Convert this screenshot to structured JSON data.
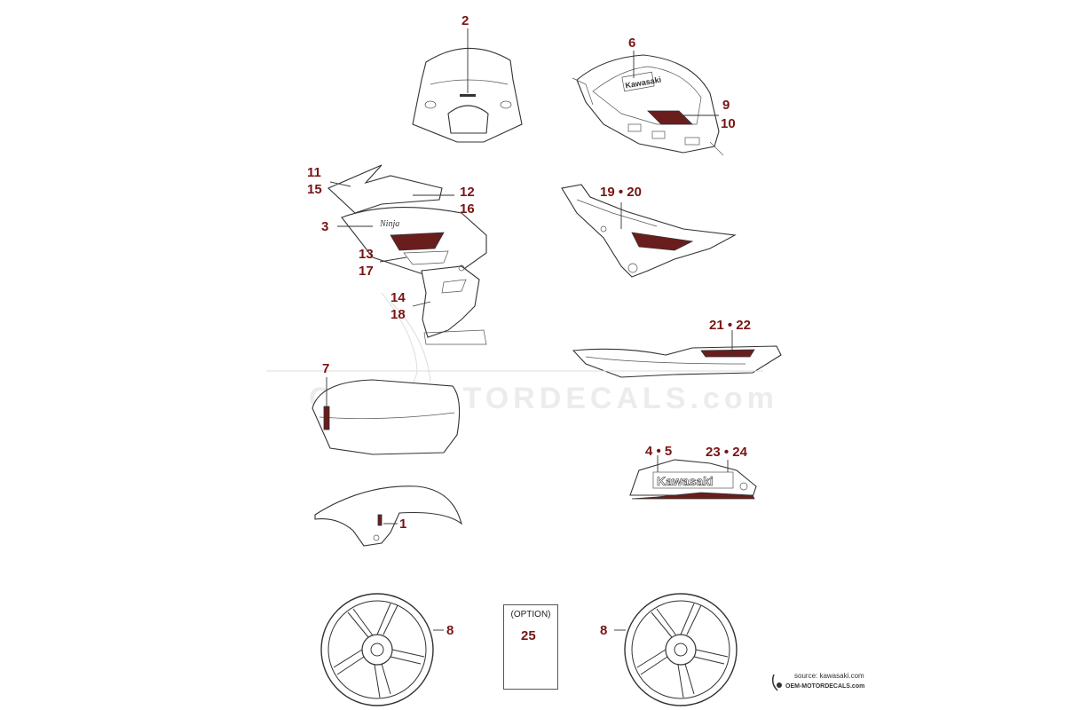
{
  "watermark_text": "OEM-MOTORDECALS.com",
  "option_label": "(OPTION)",
  "callouts": {
    "c2": "2",
    "c6": "6",
    "c9": "9",
    "c10": "10",
    "c11": "11",
    "c15": "15",
    "c12": "12",
    "c16": "16",
    "c3": "3",
    "c13": "13",
    "c17": "17",
    "c14": "14",
    "c18": "18",
    "c19_20": "19 • 20",
    "c21_22": "21 • 22",
    "c7": "7",
    "c4_5": "4 • 5",
    "c23_24": "23 • 24",
    "c1": "1",
    "c8_left": "8",
    "c25": "25",
    "c8_right": "8"
  },
  "decal_text": {
    "tank_brand": "Kawasaki",
    "tail_brand": "Kawasaki",
    "side_script": "Ninja"
  },
  "source": {
    "label": "source: kawasaki.com",
    "brand": "OEM-MOTORDECALS.com"
  }
}
